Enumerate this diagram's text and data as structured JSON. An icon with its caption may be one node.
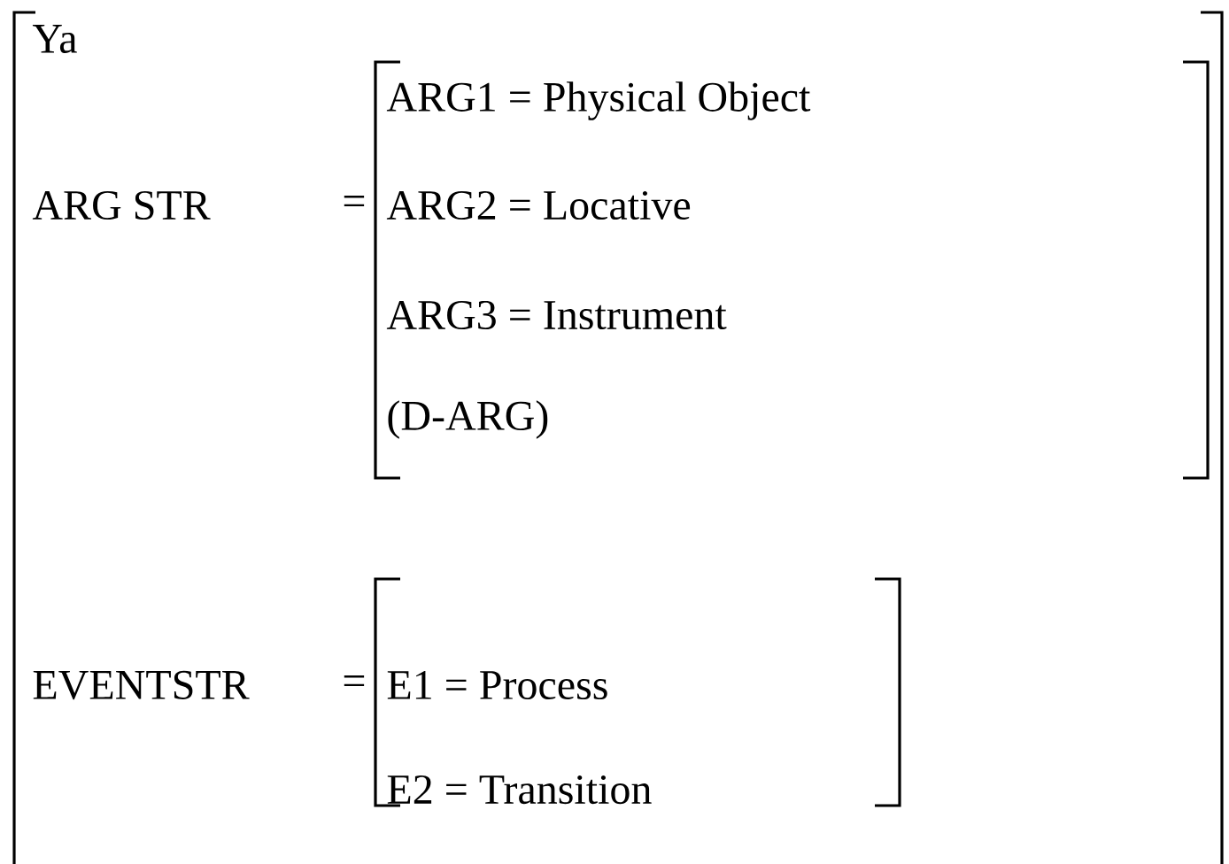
{
  "diagram": {
    "labels": [
      "Ya",
      "ARG STR",
      "=",
      "ARG1 = Physical Object",
      "ARG2 = Locative",
      "ARG3 = Instrument",
      "(D-ARG)",
      "EVENTSTR",
      "=",
      "E1 = Process",
      "E2 = Transition"
    ]
  }
}
